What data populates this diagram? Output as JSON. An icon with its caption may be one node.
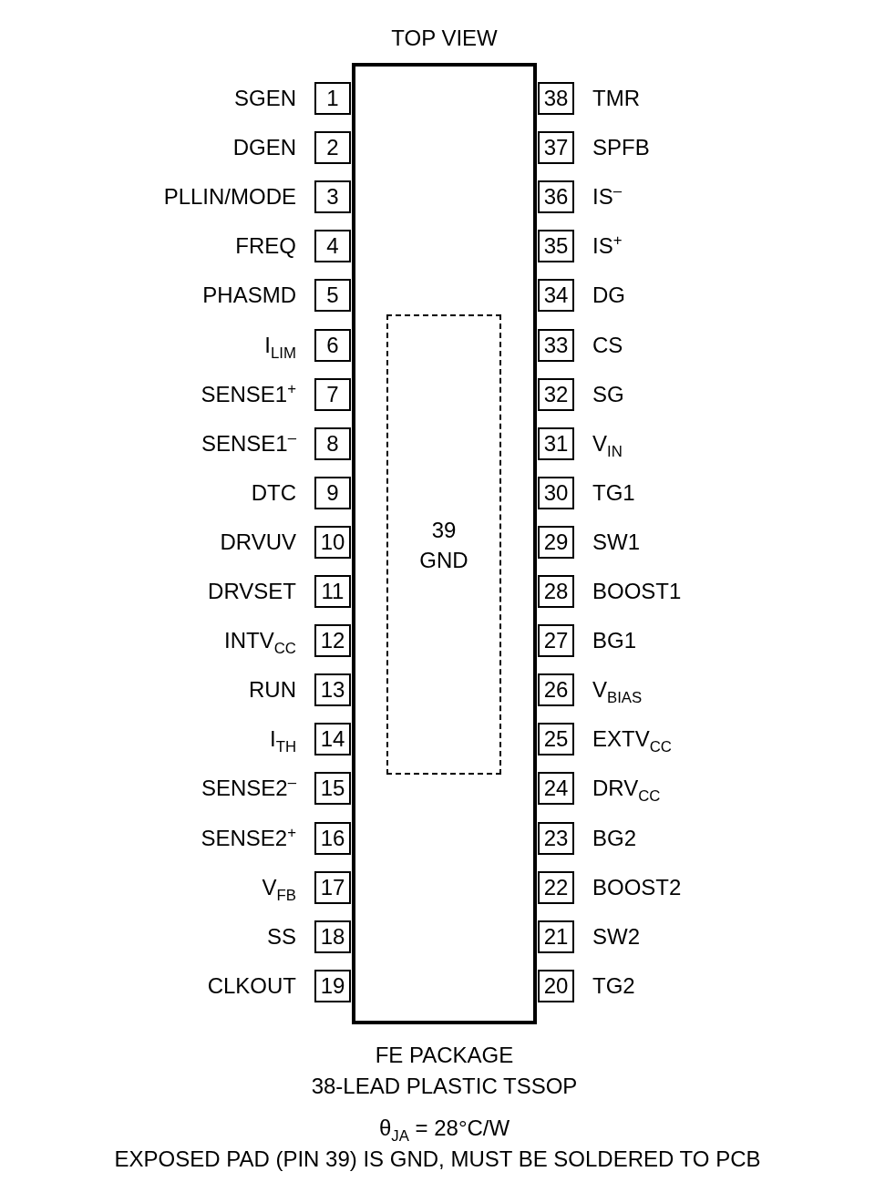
{
  "diagram": {
    "title": "TOP VIEW",
    "nodes": [
      {
        "text": [],
        "shape": "box"
      },
      {
        "text": [
          "39",
          "GND"
        ],
        "in": 0
      },
      {
        "text": [
          "1"
        ],
        "beside": [
          "SGEN"
        ]
      },
      {
        "text": [
          "2"
        ],
        "beside": [
          "DGEN"
        ]
      },
      {
        "text": [
          "3"
        ],
        "beside": [
          "PLLIN/MODE"
        ]
      },
      {
        "text": [
          "4"
        ],
        "beside": [
          "FREQ"
        ]
      },
      {
        "text": [
          "5"
        ],
        "beside": [
          "PHASMD"
        ]
      },
      {
        "text": [
          "6"
        ],
        "beside": [
          "I$_{LIM}$"
        ]
      },
      {
        "text": [
          "7"
        ],
        "beside": [
          "SENSE1$^{+}$"
        ]
      },
      {
        "text": [
          "8"
        ],
        "beside": [
          "SENSE1$^{–}$"
        ]
      },
      {
        "text": [
          "9"
        ],
        "beside": [
          "DTC"
        ]
      },
      {
        "text": [
          "10"
        ],
        "beside": [
          "DRVUV"
        ]
      },
      {
        "text": [
          "11"
        ],
        "beside": [
          "DRVSET"
        ]
      },
      {
        "text": [
          "12"
        ],
        "beside": [
          "INTV$_{CC}$"
        ]
      },
      {
        "text": [
          "13"
        ],
        "beside": [
          "RUN"
        ]
      },
      {
        "text": [
          "14"
        ],
        "beside": [
          "I$_{TH}$"
        ]
      },
      {
        "text": [
          "15"
        ],
        "beside": [
          "SENSE2$^{–}$"
        ]
      },
      {
        "text": [
          "16"
        ],
        "beside": [
          "SENSE2$^{+}$"
        ]
      },
      {
        "text": [
          "17"
        ],
        "beside": [
          "V$_{FB}$"
        ]
      },
      {
        "text": [
          "18"
        ],
        "beside": [
          "SS"
        ]
      },
      {
        "text": [
          "19"
        ],
        "beside": [
          "CLKOUT"
        ]
      },
      {
        "text": [
          "38"
        ],
        "beside": [
          "TMR"
        ]
      },
      {
        "text": [
          "37"
        ],
        "beside": [
          "SPFB"
        ]
      },
      {
        "text": [
          "36"
        ],
        "beside": [
          "IS$^{–}$"
        ]
      },
      {
        "text": [
          "35"
        ],
        "beside": [
          "IS$^{+}$"
        ]
      },
      {
        "text": [
          "34"
        ],
        "beside": [
          "DG"
        ]
      },
      {
        "text": [
          "33"
        ],
        "beside": [
          "CS"
        ]
      },
      {
        "text": [
          "32"
        ],
        "beside": [
          "SG"
        ]
      },
      {
        "text": [
          "31"
        ],
        "beside": [
          "V$_{IN}$"
        ]
      },
      {
        "text": [
          "30"
        ],
        "beside": [
          "TG1"
        ]
      },
      {
        "text": [
          "29"
        ],
        "beside": [
          "SW1"
        ]
      },
      {
        "text": [
          "28"
        ],
        "beside": [
          "BOOST1"
        ]
      },
      {
        "text": [
          "27"
        ],
        "beside": [
          "BG1"
        ]
      },
      {
        "text": [
          "26"
        ],
        "beside": [
          "V$_{BIAS}$"
        ]
      },
      {
        "text": [
          "25"
        ],
        "beside": [
          "EXTV$_{CC}$"
        ]
      },
      {
        "text": [
          "24"
        ],
        "beside": [
          "DRV$_{CC}$"
        ]
      },
      {
        "text": [
          "23"
        ],
        "beside": [
          "BG2"
        ]
      },
      {
        "text": [
          "22"
        ],
        "beside": [
          "BOOST2"
        ]
      },
      {
        "text": [
          "21"
        ],
        "beside": [
          "SW2"
        ]
      },
      {
        "text": [
          "20"
        ],
        "beside": [
          "TG2"
        ]
      }
    ],
    "labels": [
      "FE PACKAGE",
      "38-LEAD PLASTIC TSSOP",
      "θ$_{JA}$ = 28°C/W",
      "EXPOSED PAD (PIN 39) IS GND, MUST BE SOLDERED TO PCB"
    ]
  }
}
